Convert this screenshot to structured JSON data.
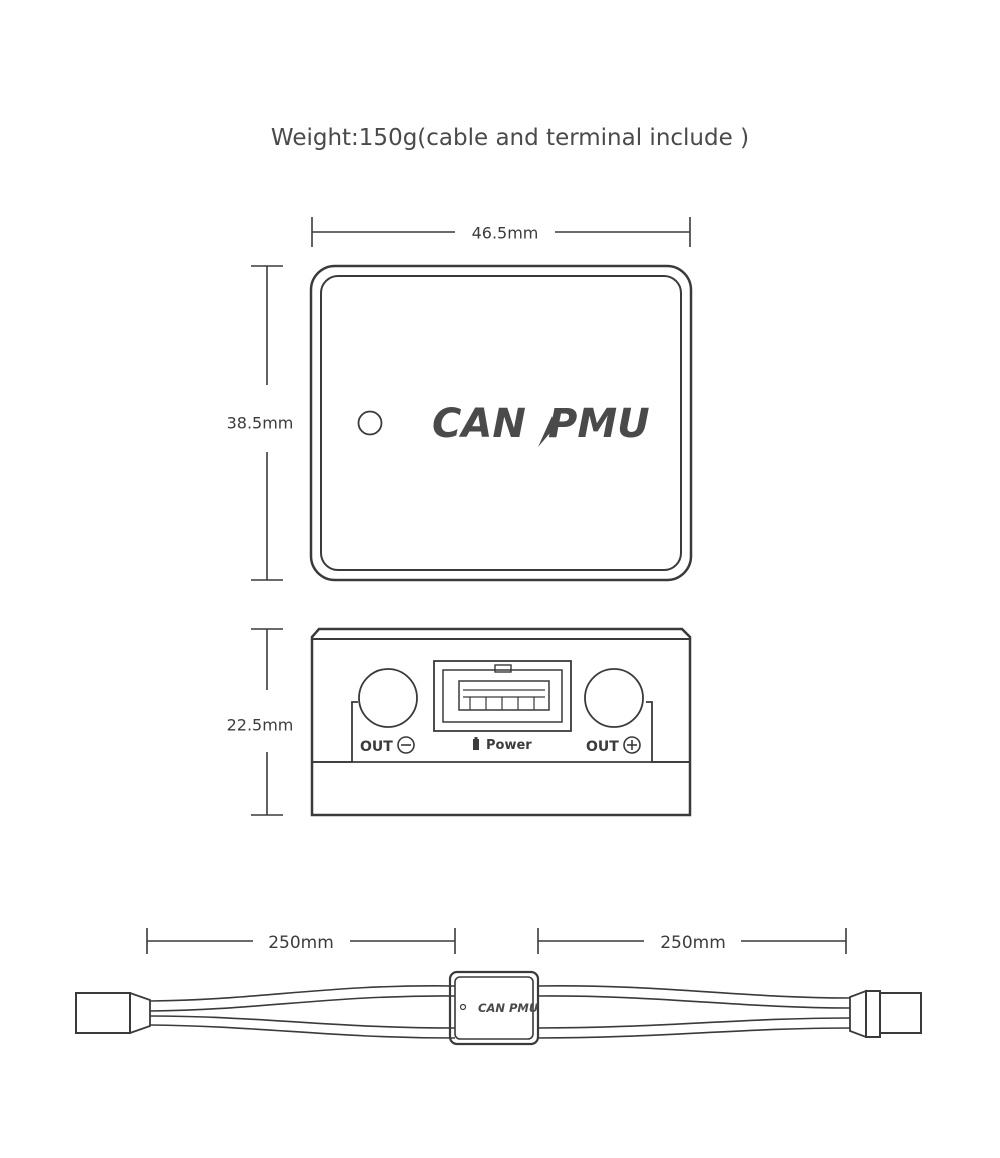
{
  "title": "Weight:150g(cable and terminal include )",
  "dimensions": {
    "width": "46.5mm",
    "height": "38.5mm",
    "thickness": "22.5mm",
    "cable_left": "250mm",
    "cable_right": "250mm"
  },
  "device": {
    "logo_left": "CAN",
    "logo_right": "PMU",
    "small_logo": "CAN PMU"
  },
  "ports": {
    "out_minus": "OUT",
    "power": "Power",
    "out_plus": "OUT"
  },
  "icons": [
    "led-icon",
    "lightning-bolt-icon",
    "minus-circle-icon",
    "plus-circle-icon",
    "battery-icon"
  ]
}
